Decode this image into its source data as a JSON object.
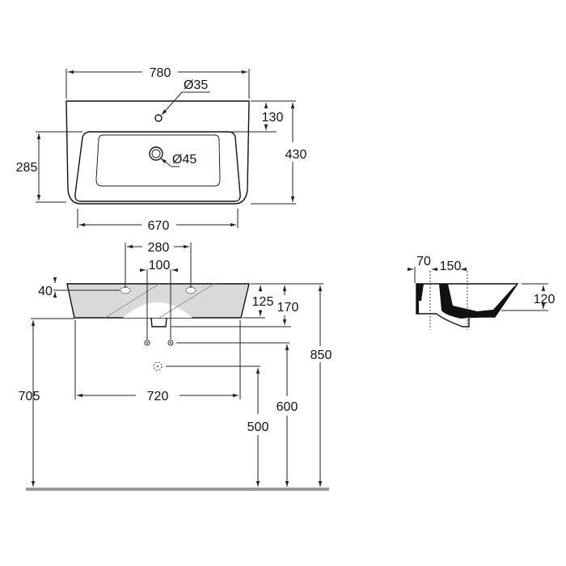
{
  "top_view": {
    "width_overall": "780",
    "tap_hole": "Ø35",
    "tap_offset": "130",
    "depth_overall": "430",
    "bowl_depth": "285",
    "drain": "Ø45",
    "bowl_width": "670"
  },
  "front_view": {
    "tap_spacing": "280",
    "valve_spacing": "100",
    "hole_offset": "40",
    "rim_height": "125",
    "trap_height": "170",
    "bottom_width": "720",
    "bottom_height": "705",
    "waste_height": "500",
    "supply_height": "600",
    "top_height": "850"
  },
  "side_view": {
    "wall": "70",
    "drain_offset": "150",
    "depth": "120"
  },
  "colors": {
    "line": "#222222",
    "fill": "#d9d9d9",
    "floor": "#9a9a9a"
  }
}
